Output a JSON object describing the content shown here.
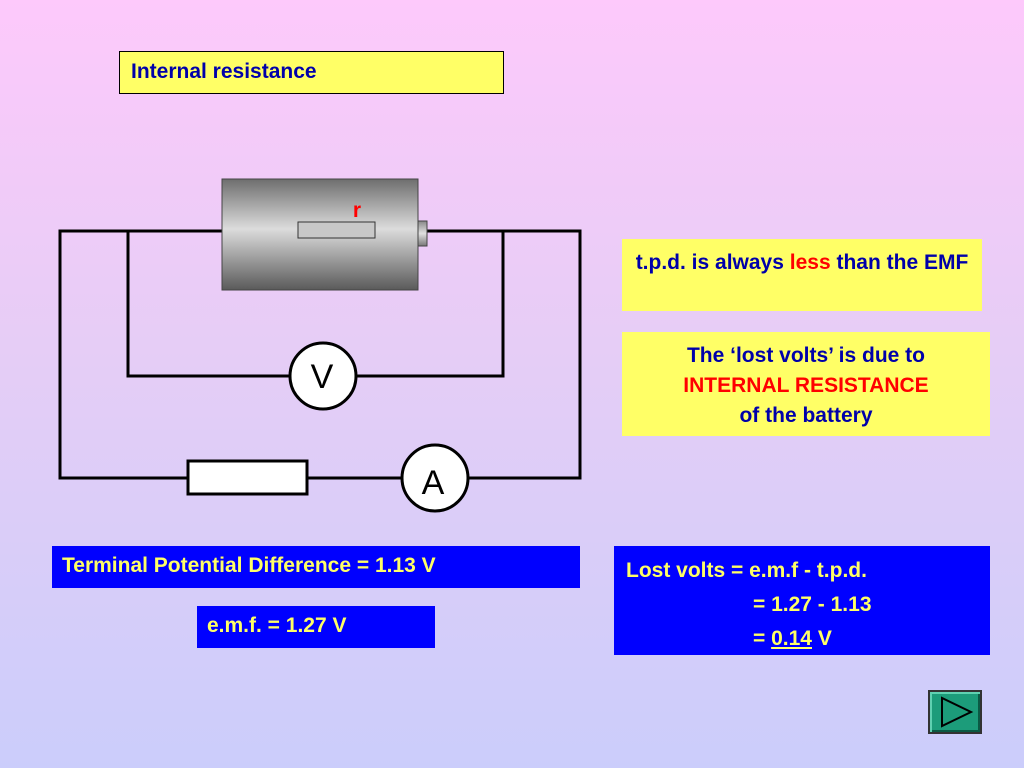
{
  "title": "Internal resistance",
  "circuit": {
    "internal_resistor_label": "r",
    "voltmeter_label": "V",
    "ammeter_label": "A"
  },
  "notes": {
    "tpd_note": {
      "part1": "t.p.d. is always ",
      "highlight": "less",
      "part2": " than the EMF"
    },
    "lost_volts_note": {
      "line1": "The ‘lost volts’ is due to",
      "highlight": "INTERNAL RESISTANCE",
      "line3": "of the battery"
    }
  },
  "results": {
    "tpd_text": "Terminal Potential Difference = 1.13 V",
    "emf_text": "e.m.f. = 1.27 V",
    "lost_volts": {
      "line1": "Lost volts = e.m.f - t.p.d.",
      "line2": "= 1.27 - 1.13",
      "line3_prefix": "= ",
      "line3_value": "0.14",
      "line3_suffix": " V"
    }
  },
  "colors": {
    "box_yellow": "#ffff66",
    "box_blue": "#0000ff",
    "text_navy": "#0000aa",
    "highlight_red": "#ff0000",
    "next_button": "#1c9c7a"
  },
  "next_icon": "play-triangle-icon"
}
